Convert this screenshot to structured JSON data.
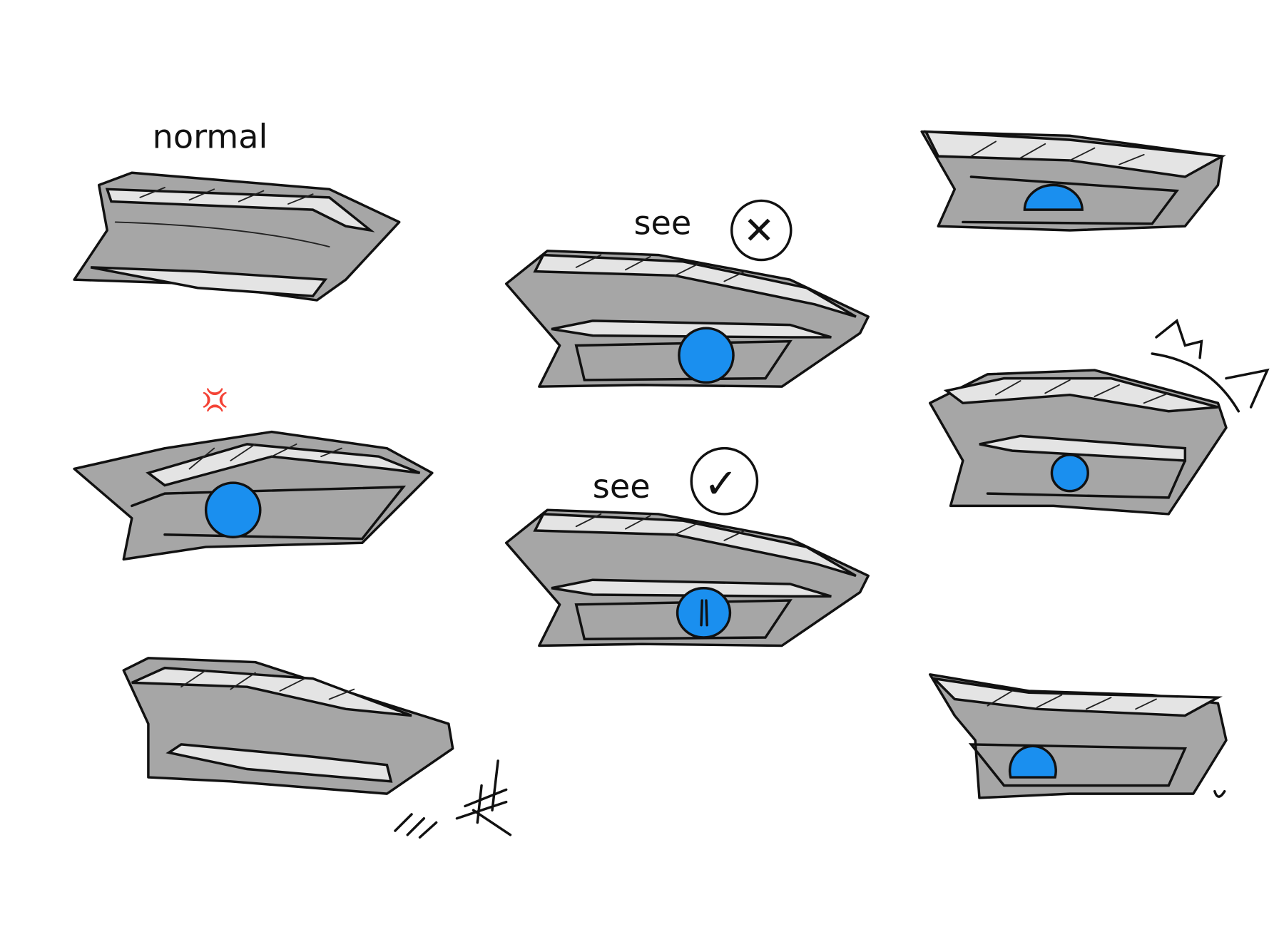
{
  "labels": {
    "normal": "normal",
    "see_wrong": "see",
    "see_right": "see"
  },
  "marks": {
    "wrong": "✕",
    "right": "✓"
  },
  "colors": {
    "skin": "#a6a6a6",
    "lid": "#e4e4e4",
    "iris": "#1a8fef",
    "ink": "#111111"
  }
}
